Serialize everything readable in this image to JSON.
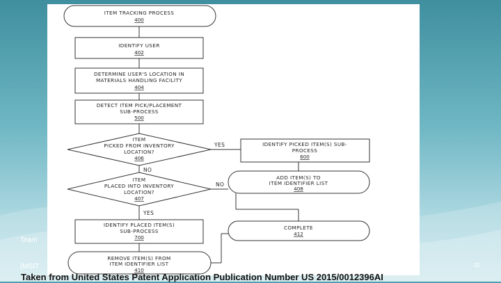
{
  "slide": {
    "team_label": "Team",
    "team_sub": "(MSIT",
    "page_number": "31",
    "caption": "Taken from United States Patent Application Publication Number US 2015/0012396AI"
  },
  "flowchart": {
    "nodes": {
      "n400": {
        "line1": "ITEM TRACKING PROCESS",
        "num": "400"
      },
      "n402": {
        "line1": "IDENTIFY USER",
        "num": "402"
      },
      "n404": {
        "line1": "DETERMINE USER'S LOCATION IN",
        "line2": "MATERIALS HANDLING FACILITY",
        "num": "404"
      },
      "n500": {
        "line1": "DETECT ITEM PICK/PLACEMENT",
        "line2": "SUB-PROCESS",
        "num": "500"
      },
      "n406": {
        "line1": "ITEM",
        "line2": "PICKED FROM INVENTORY",
        "line3": "LOCATION?",
        "num": "406"
      },
      "n600": {
        "line1": "IDENTIFY PICKED ITEM(S) SUB-",
        "line2": "PROCESS",
        "num": "600"
      },
      "n408": {
        "line1": "ADD ITEM(S) TO",
        "line2": "ITEM IDENTIFIER LIST",
        "num": "408"
      },
      "n407": {
        "line1": "ITEM",
        "line2": "PLACED INTO INVENTORY",
        "line3": "LOCATION?",
        "num": "407"
      },
      "n700": {
        "line1": "IDENTIFY PLACED ITEM(S)",
        "line2": "SUB-PROCESS",
        "num": "700"
      },
      "n412": {
        "line1": "COMPLETE",
        "num": "412"
      },
      "n410": {
        "line1": "REMOVE ITEM(S) FROM",
        "line2": "ITEM IDENTIFIER LIST",
        "num": "410"
      }
    },
    "edges": {
      "yes_406": "YES",
      "no_406": "NO",
      "no_407": "NO",
      "yes_407": "YES"
    }
  }
}
